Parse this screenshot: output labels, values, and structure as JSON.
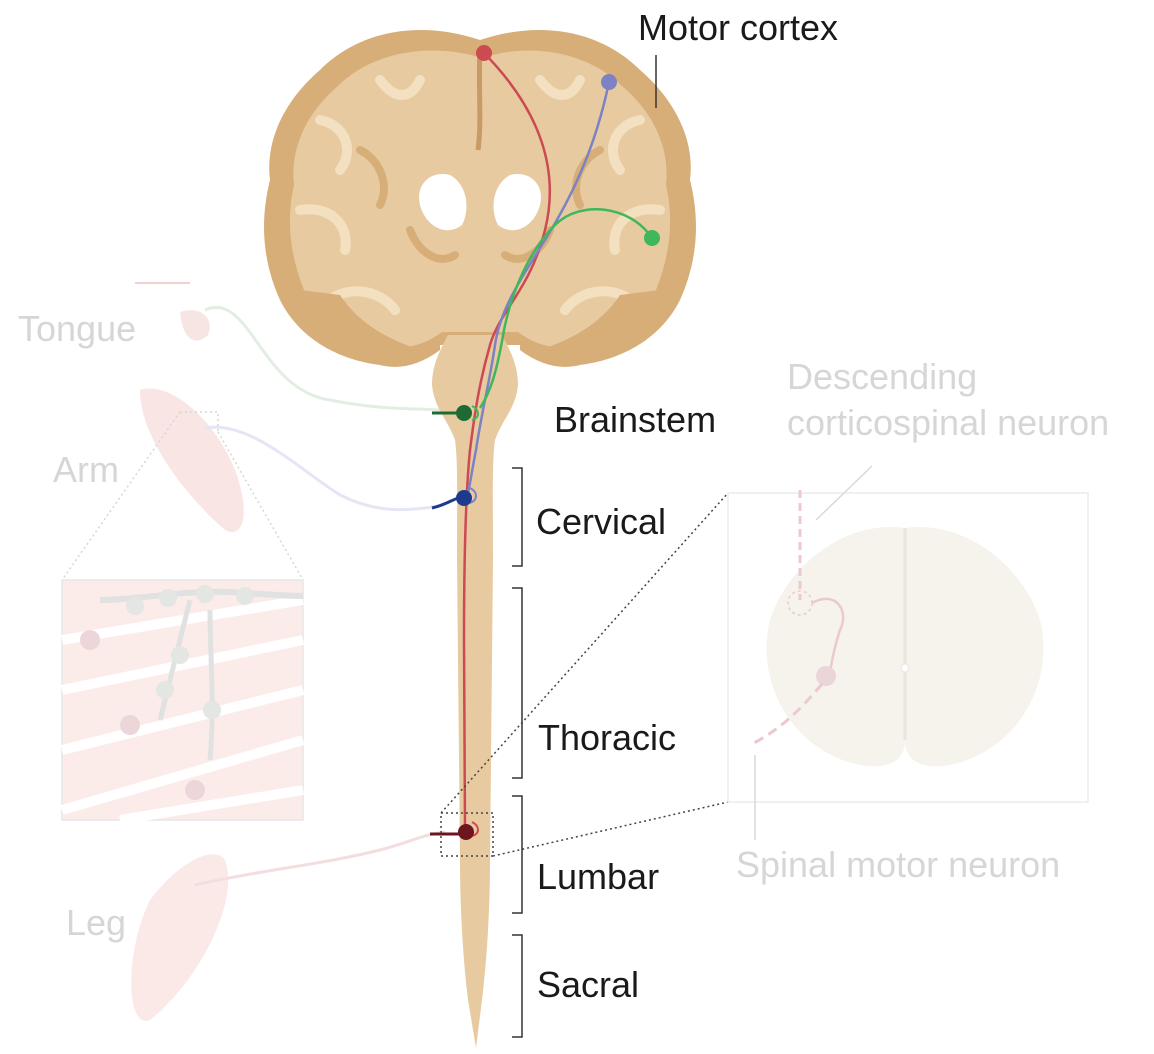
{
  "labels": {
    "motor_cortex": "Motor cortex",
    "brainstem": "Brainstem",
    "cervical": "Cervical",
    "thoracic": "Thoracic",
    "lumbar": "Lumbar",
    "sacral": "Sacral",
    "tongue": "Tongue",
    "arm": "Arm",
    "leg": "Leg",
    "descending_line1": "Descending",
    "descending_line2": "corticospinal neuron",
    "spinal_motor_neuron": "Spinal motor neuron"
  },
  "colors": {
    "tissue": "#e8caa0",
    "tissue_dark": "#d7ad78",
    "tissue_light": "#f2e2c4",
    "tract_red": "#cc4a52",
    "tract_purple": "#7c82c4",
    "tract_green": "#3eb85a",
    "neuron_dark_green": "#1e6a32",
    "neuron_navy": "#1d3a8c",
    "neuron_maroon": "#6e1620",
    "faded_label": "#d6d6d6",
    "dark_label": "#1a1a1a"
  }
}
